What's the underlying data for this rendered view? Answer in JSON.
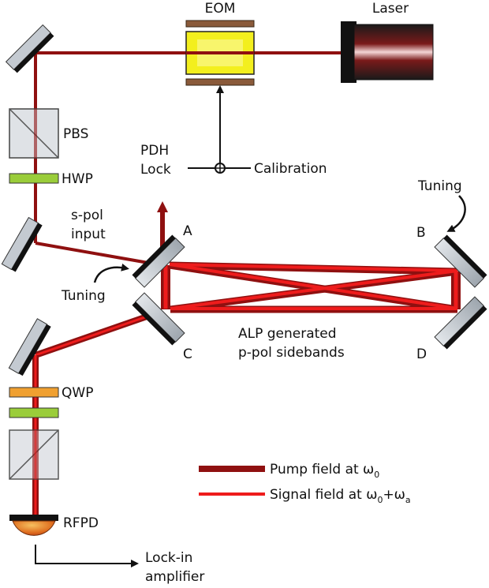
{
  "colors": {
    "pump": "#8f1010",
    "signal": "#ee1c1c",
    "mirror_face": "#c4cad1",
    "mirror_back": "#111111",
    "hwp": "#9acd3a",
    "qwp": "#f0a030",
    "eom_plate": "#8a5a3a",
    "eom_crystal": "#f3ef1e"
  },
  "icons": {
    "eom": "electro-optic-modulator-icon",
    "laser": "laser-head-icon",
    "pbs": "beam-splitter-cube-icon",
    "rfpd": "photodiode-icon",
    "mixer": "summing-junction-icon"
  },
  "labels": {
    "eom": "EOM",
    "laser": "Laser",
    "pbs": "PBS",
    "hwp": "HWP",
    "pdh_line1": "PDH",
    "pdh_line2": "Lock",
    "calibration": "Calibration",
    "spol_line1": "s-pol",
    "spol_line2": "input",
    "tuning_left": "Tuning",
    "tuning_right": "Tuning",
    "mirror_a": "A",
    "mirror_b": "B",
    "mirror_c": "C",
    "mirror_d": "D",
    "alp_line1": "ALP generated",
    "alp_line2": "p-pol sidebands",
    "qwp": "QWP",
    "rfpd": "RFPD",
    "lockin_line1": "Lock-in",
    "lockin_line2": "amplifier"
  },
  "legend": {
    "pump_text": "Pump field at ω",
    "pump_sub": "0",
    "signal_text": "Signal field at ω",
    "signal_sub1": "0",
    "signal_plus": "+ω",
    "signal_sub2": "a"
  }
}
